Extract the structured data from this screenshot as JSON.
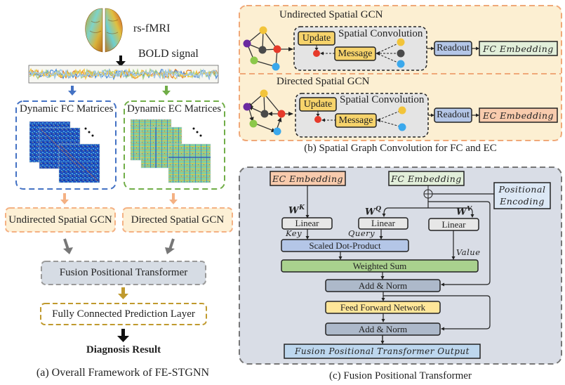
{
  "panel_a": {
    "input_label": "rs-fMRI",
    "signal_label": "BOLD signal",
    "fc_group_title": "Dynamic FC Matrices",
    "ec_group_title": "Dynamic EC Matrices",
    "ellipsis": "...",
    "undirected_gcn": "Undirected Spatial GCN",
    "directed_gcn": "Directed Spatial GCN",
    "fusion_transformer": "Fusion Positional Transformer",
    "prediction_layer": "Fully Connected Prediction Layer",
    "result": "Diagnosis Result",
    "caption": "(a) Overall Framework of FE-STGNN"
  },
  "panel_b": {
    "undirected": {
      "title": "Undirected Spatial GCN",
      "conv_title": "Spatial Convolution",
      "update": "Update",
      "message": "Message",
      "readout": "Readout",
      "embedding": "FC Embedding"
    },
    "directed": {
      "title": "Directed Spatial GCN",
      "conv_title": "Spatial Convolution",
      "update": "Update",
      "message": "Message",
      "readout": "Readout",
      "embedding": "EC Embedding"
    },
    "caption": "(b) Spatial Graph Convolution for FC and EC"
  },
  "panel_c": {
    "ec_embedding": "EC Embedding",
    "fc_embedding": "FC Embedding",
    "positional_encoding_line1": "Positional",
    "positional_encoding_line2": "Encoding",
    "wk": "W",
    "wk_sup": "K",
    "wq": "W",
    "wq_sup": "Q",
    "wv": "W",
    "wv_sup": "V",
    "linear": "Linear",
    "key": "Key",
    "query": "Query",
    "value": "Value",
    "scaled_dot": "Scaled Dot-Product",
    "weighted_sum": "Weighted Sum",
    "add_norm": "Add & Norm",
    "ffn": "Feed Forward Network",
    "output": "Fusion Positional Transformer Output",
    "caption": "(c) Fusion Positional Transformer"
  },
  "colors": {
    "fc_blue": "#4472c4",
    "ec_green": "#70ad47",
    "gcn_orange": "#f4b183",
    "gcn_fill": "#fdf0d5",
    "fusion_gray": "#d6dce4",
    "gold": "#c09a2e",
    "panel_b_fill": "#fcefd2",
    "panel_c_fill": "#d9dde6",
    "update_yellow": "#f6d36b",
    "readout_blue": "#b4c6e7",
    "fc_embed_green": "#e2efda",
    "ec_embed_orange": "#f8cbad",
    "scaled_dot_blue": "#b4c6e7",
    "weighted_green": "#a9d18e",
    "addnorm_gray": "#adb9ca",
    "ffn_yellow": "#ffe699",
    "output_blue": "#bdd7ee"
  }
}
